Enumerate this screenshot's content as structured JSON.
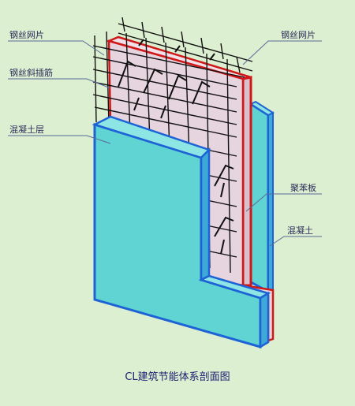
{
  "labels": {
    "wire_mesh_left": "钢丝网片",
    "wire_mesh_right": "钢丝网片",
    "diagonal_rebar": "钢丝斜插筋",
    "concrete_layer": "混凝土层",
    "eps_board": "聚苯板",
    "concrete": "混凝土"
  },
  "caption": "CL建筑节能体系剖面图",
  "colors": {
    "background": "#dcefd0",
    "concrete_face": "#5fd4d2",
    "concrete_edge": "#1e63d6",
    "eps_board": "#e6d4de",
    "red_border": "#d01818",
    "wire": "#111111",
    "leader_line": "#5a6a9a"
  }
}
